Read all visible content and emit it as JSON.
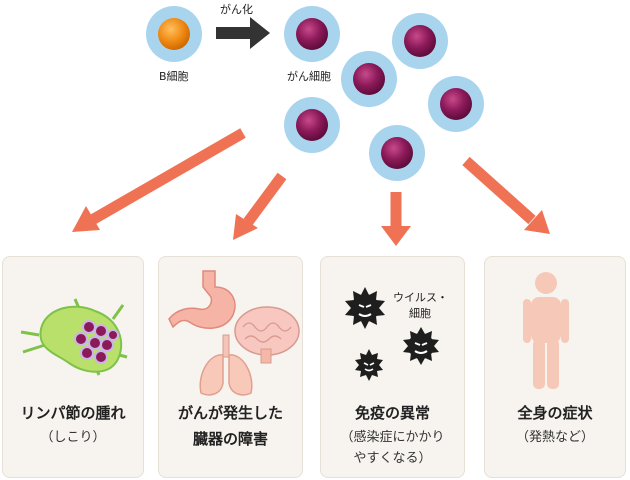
{
  "top": {
    "b_cell_label": "B細胞",
    "arrow_label": "がん化",
    "cancer_cell_label": "がん細胞"
  },
  "cards": [
    {
      "title": "リンパ節の腫れ",
      "title2": "",
      "sub1": "（しこり）",
      "sub2": ""
    },
    {
      "title": "がんが発生した",
      "title2": "臓器の障害",
      "sub1": "",
      "sub2": ""
    },
    {
      "title": "免疫の異常",
      "title2": "",
      "sub1": "（感染症にかかり",
      "sub2": "やすくなる）"
    },
    {
      "title": "全身の症状",
      "title2": "",
      "sub1": "（発熱など）",
      "sub2": ""
    }
  ],
  "virus_label_line1": "ウイルス・",
  "virus_label_line2": "細胞",
  "colors": {
    "arrow": "#f07255",
    "cell_halo": "#a9d4ee",
    "cancer_core": "#8c1a5a",
    "b_core": "#f08a14",
    "card_bg": "#f7f4ef"
  }
}
